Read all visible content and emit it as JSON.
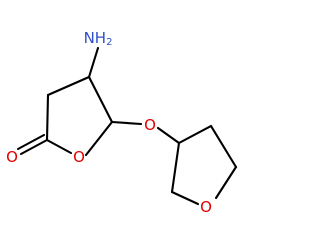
{
  "molecule": {
    "atoms": {
      "amine": {
        "element": "N",
        "main": "NH",
        "subscript": "2"
      },
      "carbonyl_oxygen": {
        "element": "O",
        "main": "O"
      },
      "ring_oxygen": {
        "element": "O",
        "main": "O"
      },
      "ether_oxygen": {
        "element": "O",
        "main": "O"
      },
      "thf_oxygen": {
        "element": "O",
        "main": "O"
      }
    },
    "colors": {
      "bond": "#000000",
      "nitrogen": "#3050c8",
      "oxygen": "#e00000"
    }
  }
}
